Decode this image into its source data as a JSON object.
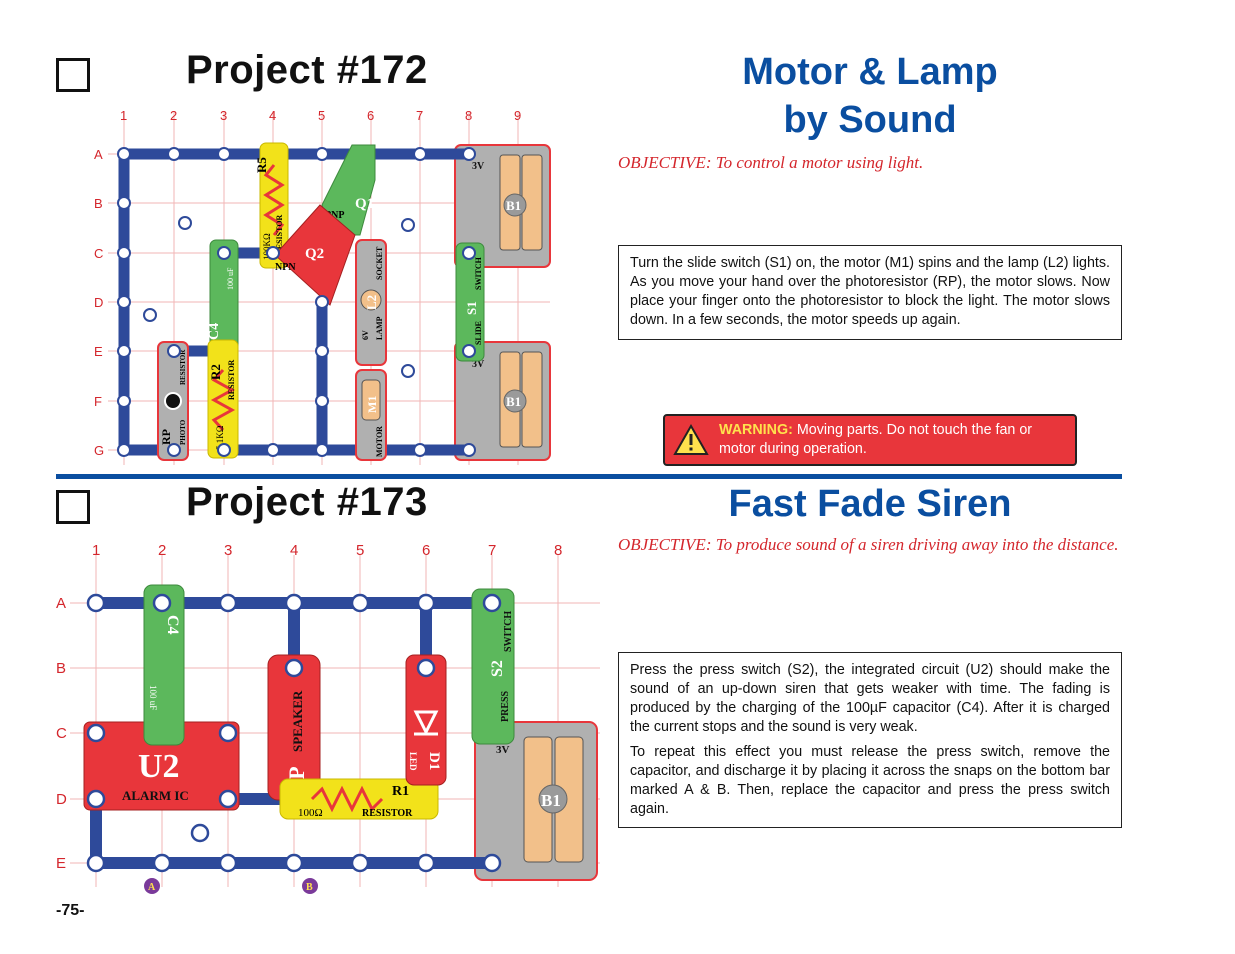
{
  "page_number": "-75-",
  "project_172": {
    "title": "Project #172",
    "name_line1": "Motor & Lamp",
    "name_line2": "by Sound",
    "objective": "OBJECTIVE:  To control a motor using light.",
    "description": "Turn the slide switch (S1) on, the motor (M1) spins and the lamp (L2) lights.  As you move your hand over the photoresistor (RP), the motor slows.  Now place your finger onto the photoresistor to block the light.  The motor slows down.  In a few seconds, the motor speeds up again.",
    "warning_label": "WARNING:",
    "warning_text": " Moving parts.  Do not touch the fan or motor during operation.",
    "grid_columns": [
      "1",
      "2",
      "3",
      "4",
      "5",
      "6",
      "7",
      "8",
      "9"
    ],
    "grid_rows": [
      "A",
      "B",
      "C",
      "D",
      "E",
      "F",
      "G"
    ],
    "parts": {
      "r5_name": "R5",
      "r5_value": "100KΩ",
      "r5_type": "RESISTOR",
      "q1_name": "Q1",
      "q1_type": "PNP",
      "q2_name": "Q2",
      "q2_type": "NPN",
      "c4_name": "C4",
      "c4_value": "100 uF",
      "l2_name": "L2",
      "l2_type": "LAMP",
      "l2_socket": "SOCKET",
      "l2_volts": "6V",
      "s1_name": "S1",
      "s1_type": "SWITCH",
      "s1_slide": "SLIDE",
      "b1_name": "B1",
      "b1_volts": "3V",
      "r2_name": "R2",
      "r2_value": "5.1KΩ",
      "r2_type": "RESISTOR",
      "rp_name": "RP",
      "rp_type": "PHOTO",
      "rp_sub": "RESISTOR",
      "m1_name": "M1",
      "m1_type": "MOTOR"
    }
  },
  "project_173": {
    "title": "Project #173",
    "name": "Fast Fade Siren",
    "objective": "OBJECTIVE:  To produce sound of a siren driving away into the distance.",
    "description_p1": "Press the press switch (S2), the integrated circuit (U2) should make the sound of an up-down siren that gets weaker with time.  The fading is produced by the charging of the 100µF capacitor (C4).  After it is charged the current stops and the sound is very weak.",
    "description_p2": "To repeat this effect you must release the press switch, remove the capacitor, and discharge it by placing it across the snaps on the bottom bar marked A & B.  Then, replace the capacitor and press the press switch again.",
    "grid_columns": [
      "1",
      "2",
      "3",
      "4",
      "5",
      "6",
      "7",
      "8"
    ],
    "grid_rows": [
      "A",
      "B",
      "C",
      "D",
      "E"
    ],
    "parts": {
      "c4_name": "C4",
      "c4_value": "100 uF",
      "u2_name": "U2",
      "u2_type": "ALARM IC",
      "sp_name": "SP",
      "sp_type": "SPEAKER",
      "d1_name": "D1",
      "d1_type": "LED",
      "r1_name": "R1",
      "r1_value": "100Ω",
      "r1_type": "RESISTOR",
      "s2_name": "S2",
      "s2_type": "SWITCH",
      "s2_press": "PRESS",
      "b1_name": "B1",
      "b1_volts": "3V",
      "marker_a": "A",
      "marker_b": "B"
    }
  },
  "colors": {
    "title_blue": "#0a4ea0",
    "objective_red": "#d4262c",
    "wire_blue": "#2e4a9a",
    "part_red": "#e8363b",
    "part_green": "#5cb85c",
    "part_yellow": "#f2e21a",
    "battery_gray": "#b0b0b0",
    "battery_cell": "#f2c08a"
  },
  "icons": [
    "warning-triangle-icon",
    "checkbox"
  ]
}
